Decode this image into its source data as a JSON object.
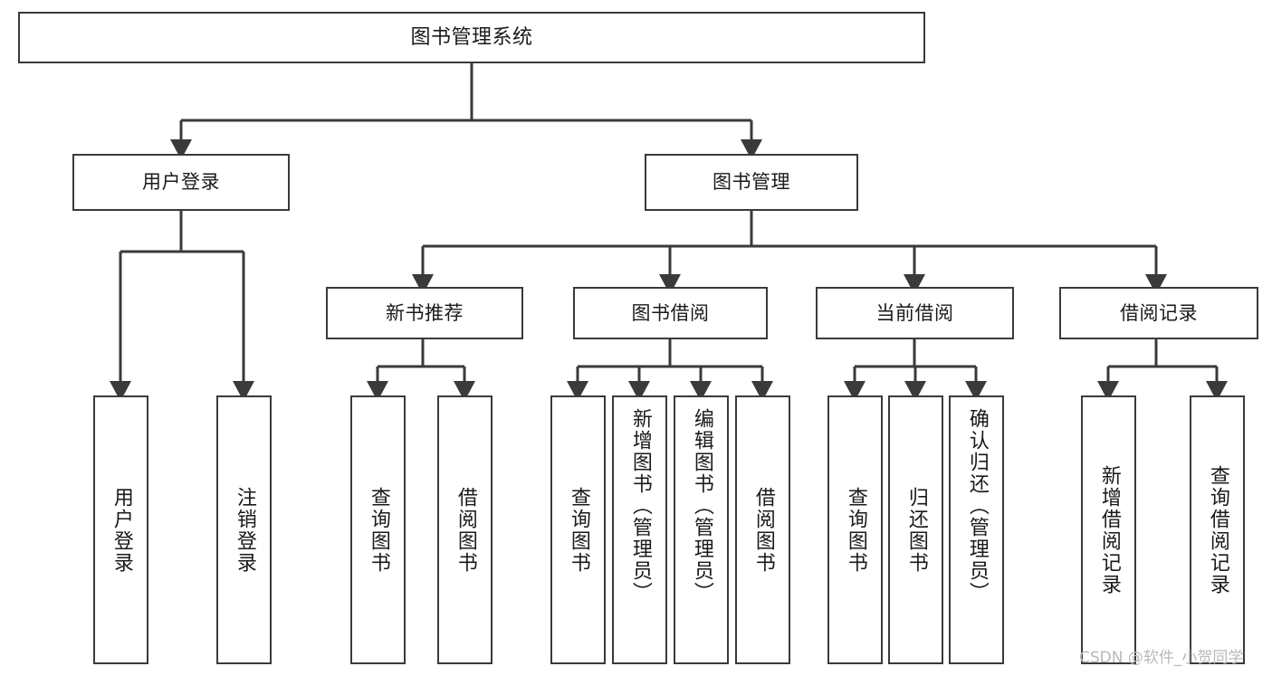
{
  "diagram": {
    "type": "tree-hierarchy-chart",
    "title": "图书管理系统",
    "line_color": "#3a3a3a",
    "box_fill": "#ffffff",
    "text_color": "#1a1a1a",
    "background": "#ffffff",
    "nodes": {
      "root": "图书管理系统",
      "level1": [
        "用户登录",
        "图书管理"
      ],
      "level2": [
        "新书推荐",
        "图书借阅",
        "当前借阅",
        "借阅记录"
      ],
      "leaves": {
        "user_login": [
          "用户登录",
          "注销登录"
        ],
        "new_book_recommend": [
          "查询图书",
          "借阅图书"
        ],
        "book_borrow": [
          "查询图书",
          "新增图书（管理员）",
          "编辑图书（管理员）",
          "借阅图书"
        ],
        "current_borrow": [
          "查询图书",
          "归还图书",
          "确认归还（管理员）"
        ],
        "borrow_record": [
          "新增借阅记录",
          "查询借阅记录"
        ]
      }
    }
  },
  "watermark": {
    "text": "CSDN @软件_小贺同学",
    "color": "#b9b9b9"
  }
}
